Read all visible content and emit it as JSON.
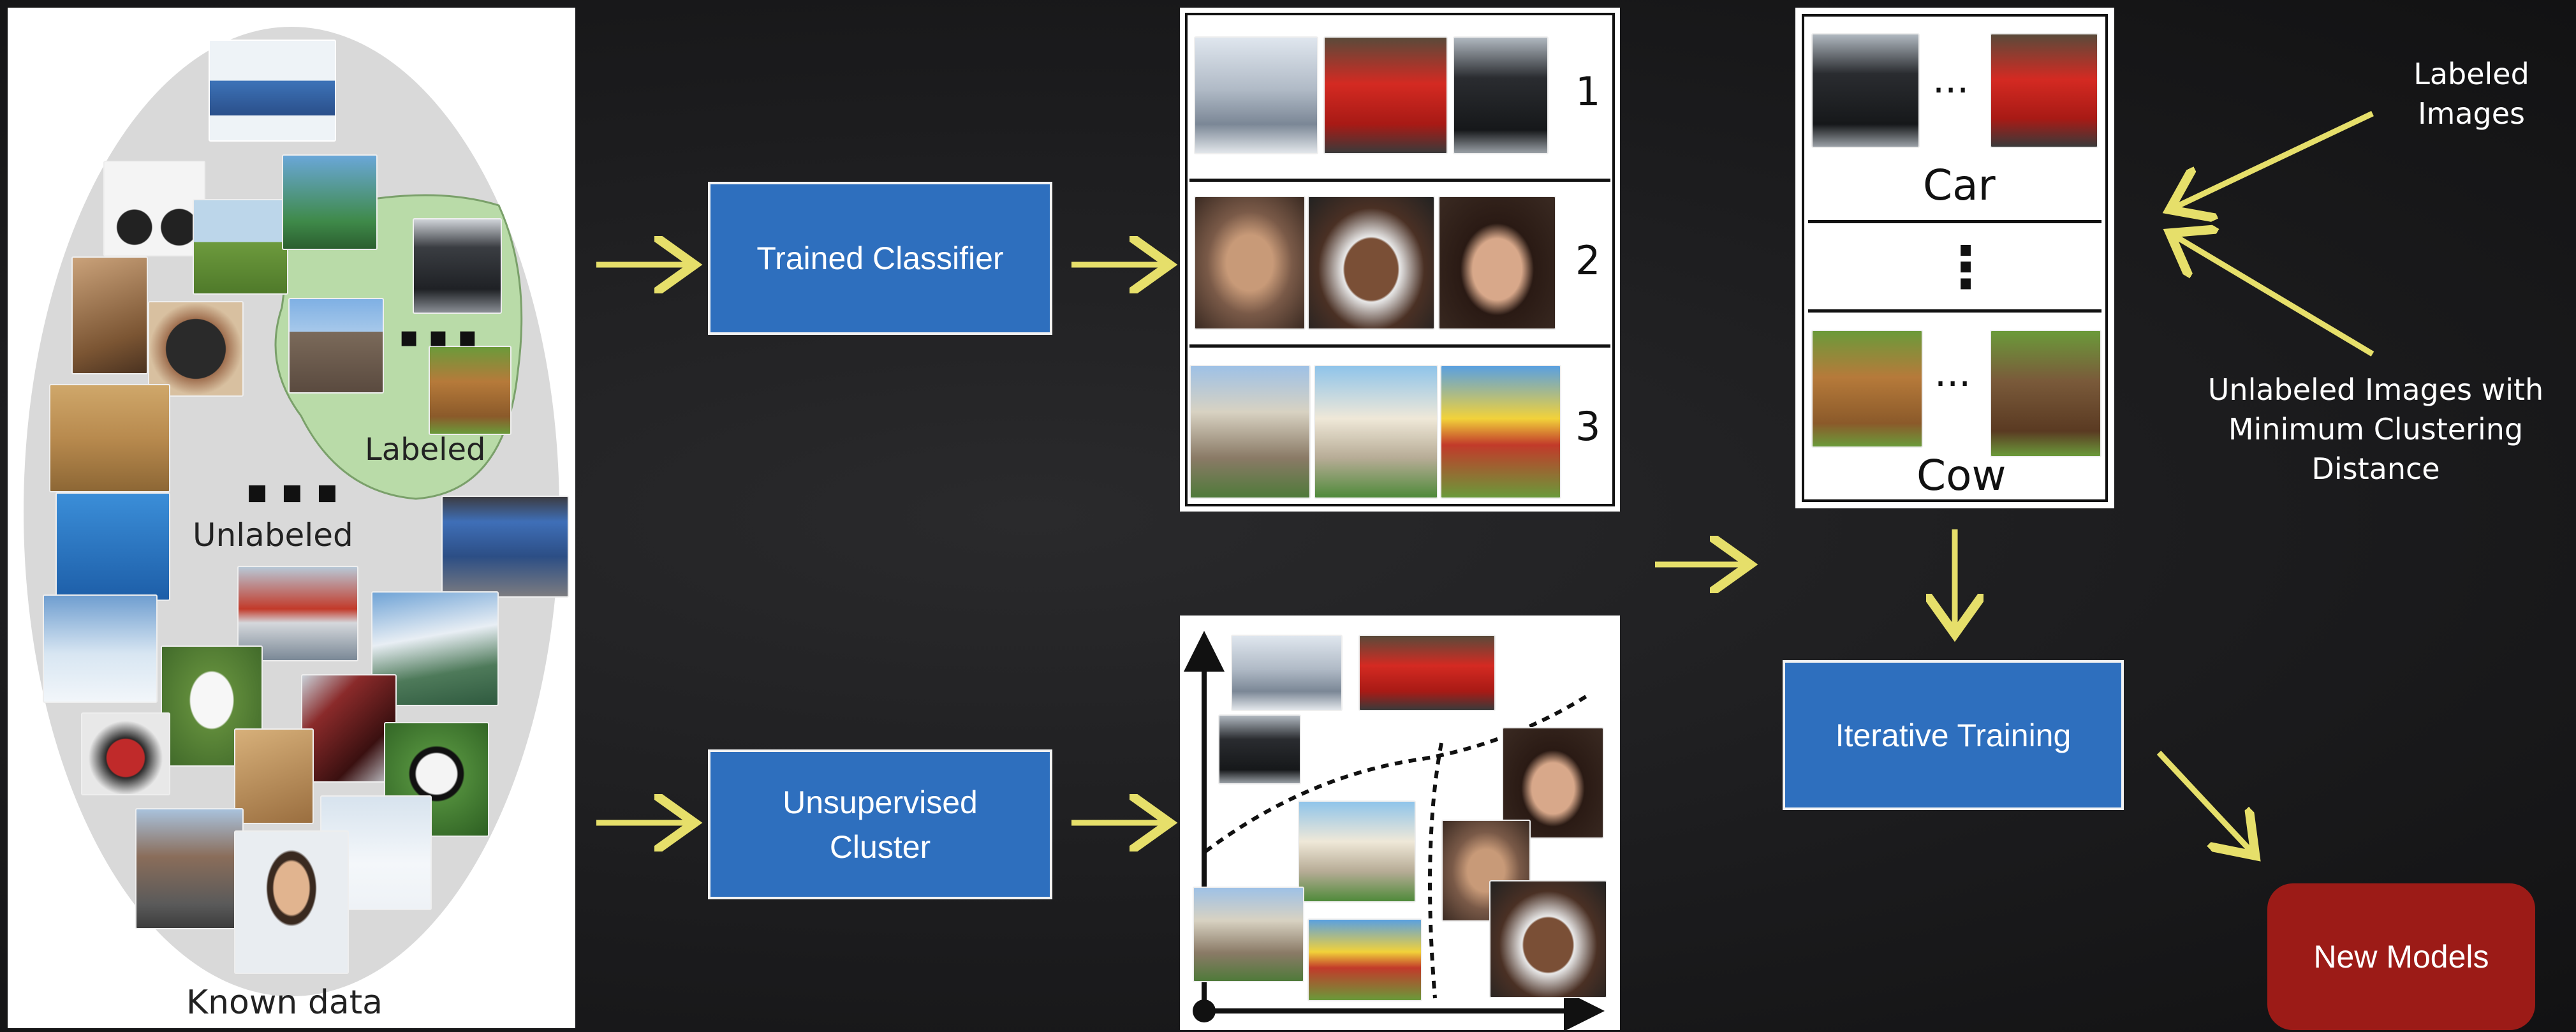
{
  "known_data": {
    "labeled": "Labeled",
    "unlabeled": "Unlabeled",
    "caption": "Known data",
    "dots": "■ ■ ■",
    "labeled_dots": "■ ■ ■"
  },
  "steps": {
    "classifier": "Trained Classifier",
    "cluster_line1": "Unsupervised",
    "cluster_line2": "Cluster",
    "iterative": "Iterative Training",
    "new_models": "New Models"
  },
  "classified_groups": [
    "1",
    "2",
    "3"
  ],
  "label_panel": {
    "class_a": "Car",
    "class_b": "Cow",
    "ellipsis": "···",
    "vdots": "⋮"
  },
  "annotations": {
    "labeled_line1": "Labeled",
    "labeled_line2": "Images",
    "unlabeled_line1": "Unlabeled Images with",
    "unlabeled_line2": "Minimum Clustering",
    "unlabeled_line3": "Distance"
  },
  "colors": {
    "arrow": "#e6df6a",
    "box_blue": "#2e6fbe",
    "box_red": "#9c1b17",
    "labeled_region": "#b9dba8",
    "known_ellipse": "#d9d9d9"
  }
}
